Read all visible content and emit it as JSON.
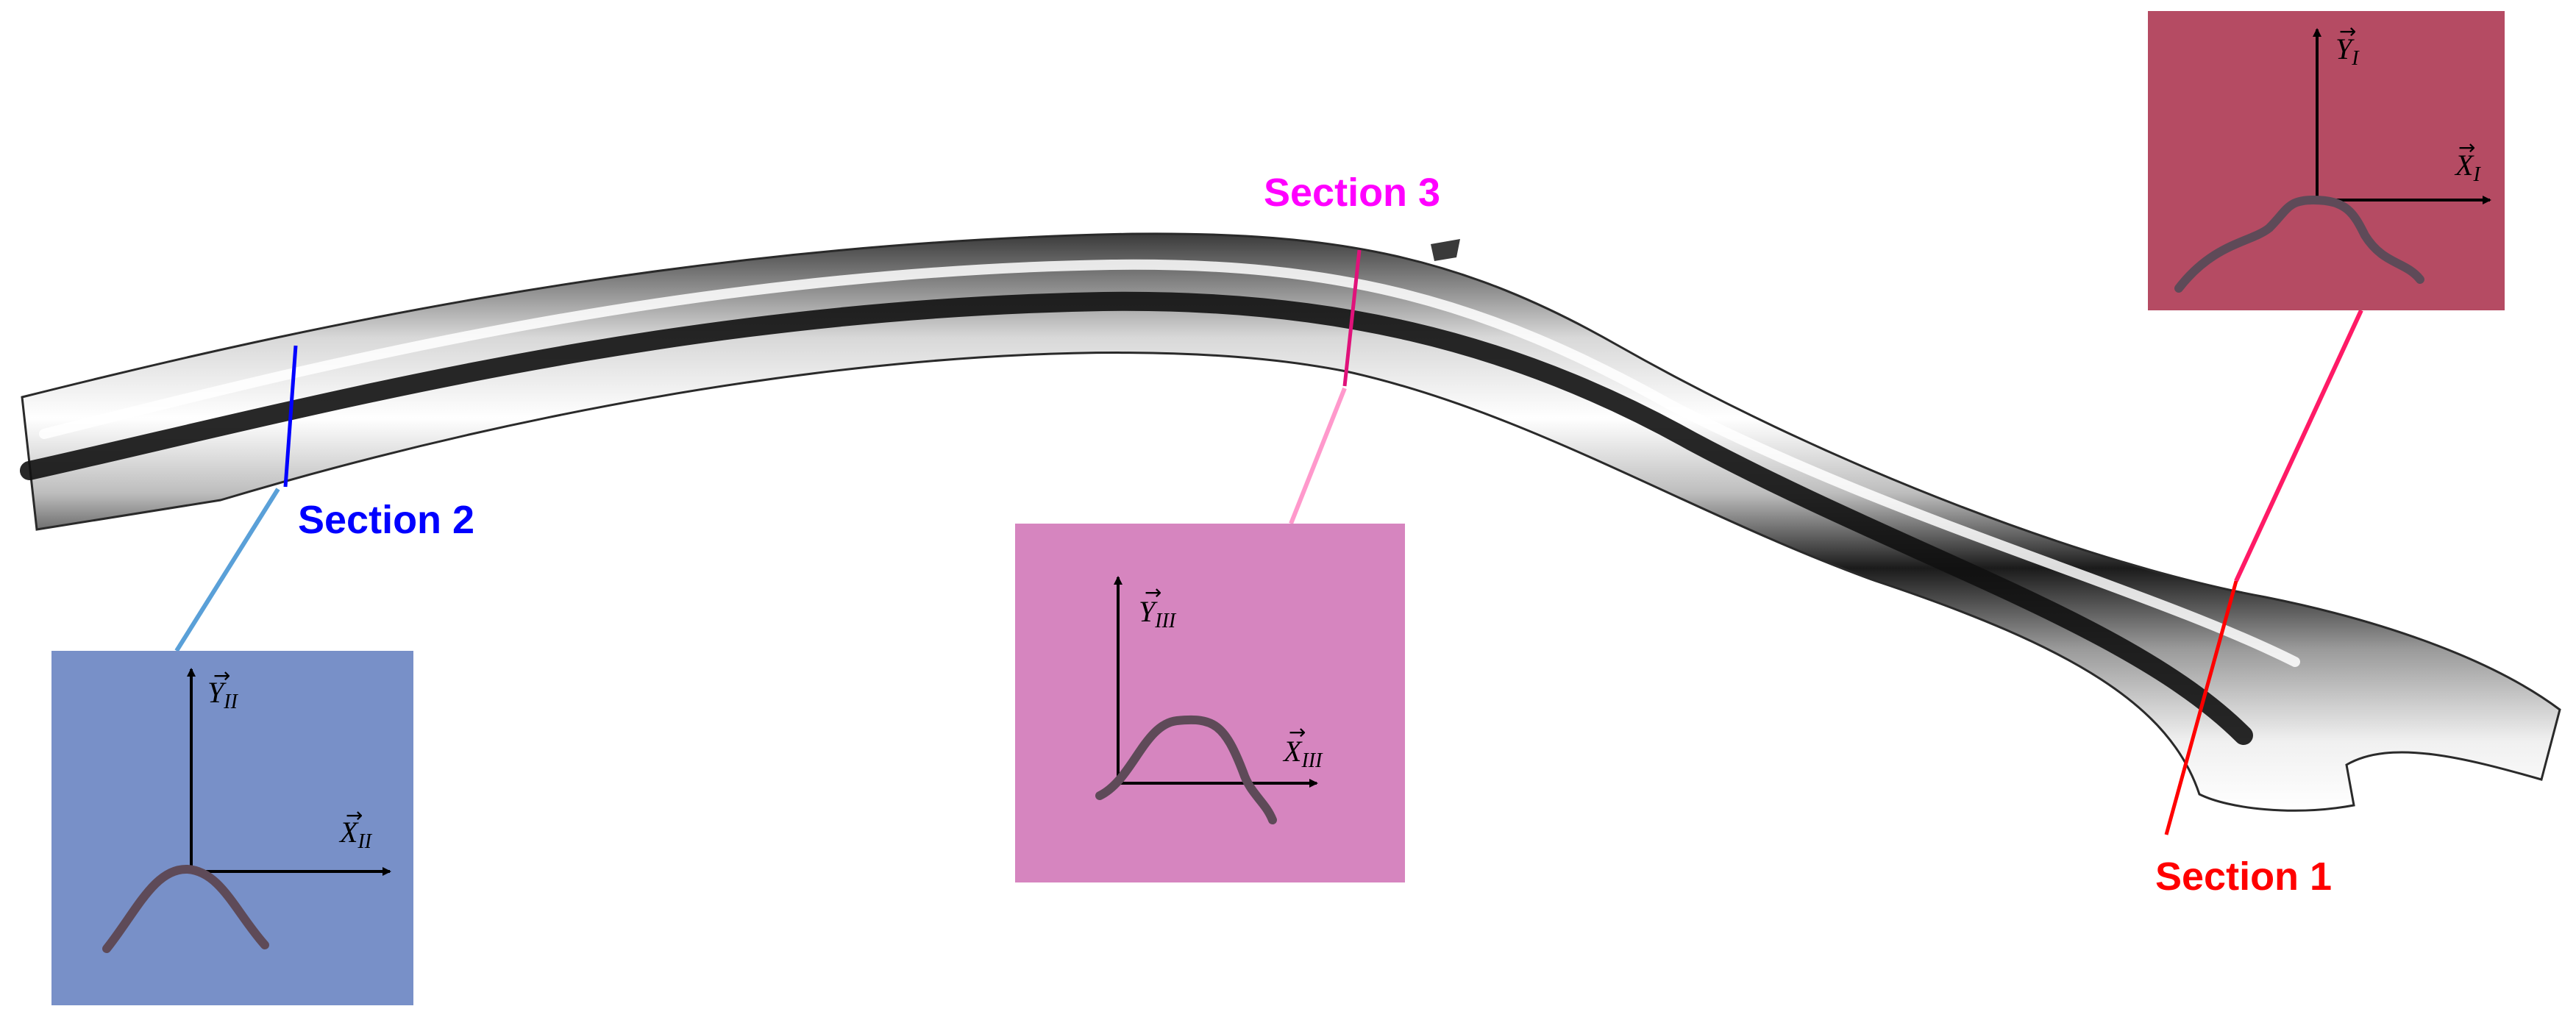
{
  "colors": {
    "section_1": "#ff0000",
    "section_2": "#0000ff",
    "section_3": "#ff00ff",
    "inset_1_fill": "#b54b63",
    "inset_2_fill": "#7890c8",
    "inset_3_fill": "#d685bf",
    "leader_1": "#ff1a66",
    "leader_2": "#5aa0d8",
    "leader_3": "#ff99cc",
    "profile_curve": "#5e4a58"
  },
  "sections": [
    {
      "id": "1",
      "label": "Section 1",
      "x_axis": "X",
      "x_sub": "I",
      "y_axis": "Y",
      "y_sub": "I"
    },
    {
      "id": "2",
      "label": "Section 2",
      "x_axis": "X",
      "x_sub": "II",
      "y_axis": "Y",
      "y_sub": "II"
    },
    {
      "id": "3",
      "label": "Section 3",
      "x_axis": "X",
      "x_sub": "III",
      "y_axis": "Y",
      "y_sub": "III"
    }
  ]
}
